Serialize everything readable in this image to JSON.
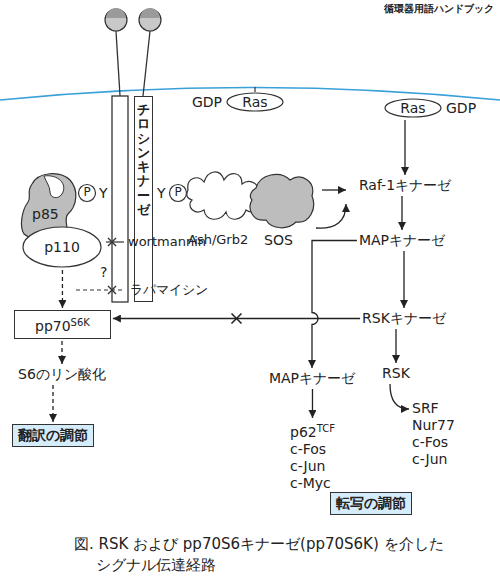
{
  "diagram": {
    "caption": "図. RSK および pp70S6キナーゼ(pp70S6K) を介したシグナル伝達経路",
    "nodes": [
      {
        "text": [
          "チロシンキナーゼ"
        ]
      },
      {
        "text": [
          "Ras"
        ]
      },
      {
        "text": [
          "Ras"
        ]
      },
      {
        "text": [
          "p85"
        ]
      },
      {
        "text": [
          "p110"
        ]
      },
      {
        "text": [
          "Ash/Grb2"
        ]
      },
      {
        "text": [
          "SOS"
        ]
      },
      {
        "text": [
          "Raf-1キナーゼ"
        ]
      },
      {
        "text": [
          "MAPキナーゼ"
        ]
      },
      {
        "text": [
          "pp70",
          "S6K"
        ]
      },
      {
        "text": [
          "RSKキナーゼ"
        ]
      },
      {
        "text": [
          "MAPキナーゼ"
        ]
      },
      {
        "text": [
          "RSK"
        ]
      },
      {
        "text": [
          "S6のリン酸化"
        ]
      },
      {
        "text": [
          "p62",
          "TCF",
          "c-Fos",
          "c-Jun",
          "c-Myc"
        ]
      },
      {
        "text": [
          "SRF",
          "Nur77",
          "c-Fos",
          "c-Jun"
        ]
      },
      {
        "text": [
          "翻訳の調節"
        ]
      },
      {
        "text": [
          "転写の調節"
        ]
      }
    ],
    "edges": [
      {
        "from": 2,
        "to": 7,
        "arrow": "to"
      },
      {
        "from": 7,
        "to": 8,
        "arrow": "to"
      },
      {
        "from": 8,
        "to": 10,
        "arrow": "to"
      },
      {
        "from": 8,
        "to": 11,
        "arrow": "to"
      },
      {
        "from": 10,
        "to": 9,
        "arrow": "to"
      },
      {
        "from": 10,
        "to": 12,
        "arrow": "to"
      },
      {
        "from": 12,
        "to": 15,
        "arrow": "to"
      },
      {
        "from": 11,
        "to": 14,
        "arrow": "to"
      },
      {
        "from": 4,
        "to": 9,
        "arrow": "to"
      },
      {
        "from": 9,
        "to": 13,
        "arrow": "to"
      },
      {
        "from": 13,
        "to": 16,
        "arrow": "to"
      }
    ],
    "labels": [
      "循環器用語ハンドブック",
      "GDP",
      "GDP",
      "P",
      "Y",
      "Y",
      "P",
      "wortmannin",
      "?",
      "ラパマイシン"
    ]
  }
}
